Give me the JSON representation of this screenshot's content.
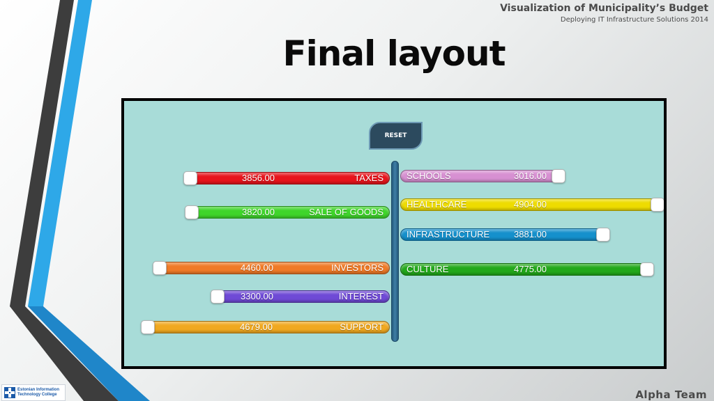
{
  "slide": {
    "header_title": "Visualization of Municipality’s Budget",
    "header_subtitle": "Deploying IT Infrastructure Solutions 2014",
    "title": "Final layout",
    "team": "Alpha Team"
  },
  "logo": {
    "text": "Estonian Information\nTechnology College"
  },
  "app": {
    "reset_label": "RESET",
    "income": [
      {
        "label": "TAXES",
        "value": "3856.00",
        "color": "#e8141c"
      },
      {
        "label": "SALE OF GOODS",
        "value": "3820.00",
        "color": "#3fd52b"
      },
      {
        "label": "INVESTORS",
        "value": "4460.00",
        "color": "#f07a26"
      },
      {
        "label": "INTEREST",
        "value": "3300.00",
        "color": "#6f4ad6"
      },
      {
        "label": "SUPPORT",
        "value": "4679.00",
        "color": "#f0a81f"
      }
    ],
    "expenses": [
      {
        "label": "SCHOOLS",
        "value": "3016.00",
        "color": "#d790d2"
      },
      {
        "label": "HEALTHCARE",
        "value": "4904.00",
        "color": "#eedc00"
      },
      {
        "label": "INFRASTRUCTURE",
        "value": "3881.00",
        "color": "#1590cc"
      },
      {
        "label": "CULTURE",
        "value": "4775.00",
        "color": "#22a81a"
      }
    ]
  },
  "colors": {
    "panel": "#a8dcd8",
    "accent_blue": "#2ea8e8",
    "accent_dark": "#3d3d3d"
  }
}
